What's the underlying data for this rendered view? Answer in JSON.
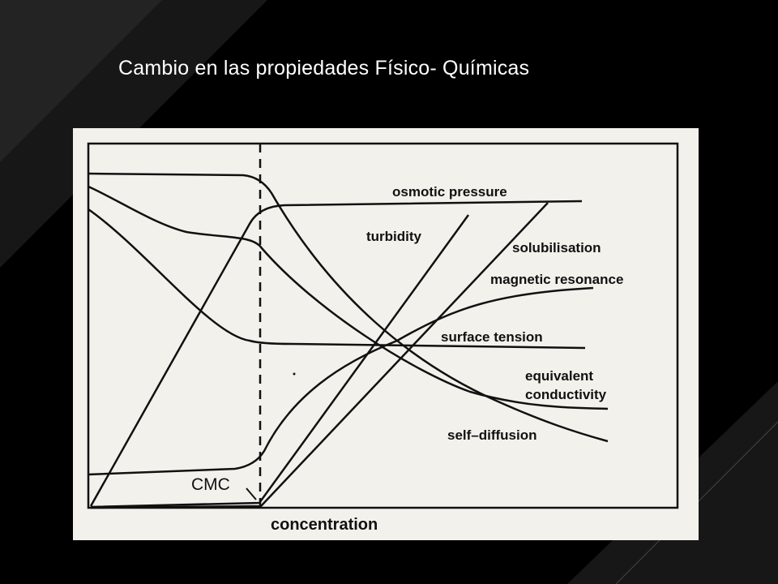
{
  "slide": {
    "title": "Cambio en las propiedades  Físico- Químicas"
  },
  "figure": {
    "labels": {
      "osmotic_pressure": "osmotic pressure",
      "turbidity": "turbidity",
      "solubilisation": "solubilisation",
      "magnetic_resonance": "magnetic resonance",
      "surface_tension": "surface tension",
      "equivalent": "equivalent",
      "conductivity": "conductivity",
      "self_diffusion": "self–diffusion",
      "cmc": "CMC",
      "concentration": "concentration"
    }
  },
  "colors": {
    "background": "#000000",
    "panel": "#f2f1ec",
    "ink": "#111111",
    "title": "#ffffff"
  }
}
